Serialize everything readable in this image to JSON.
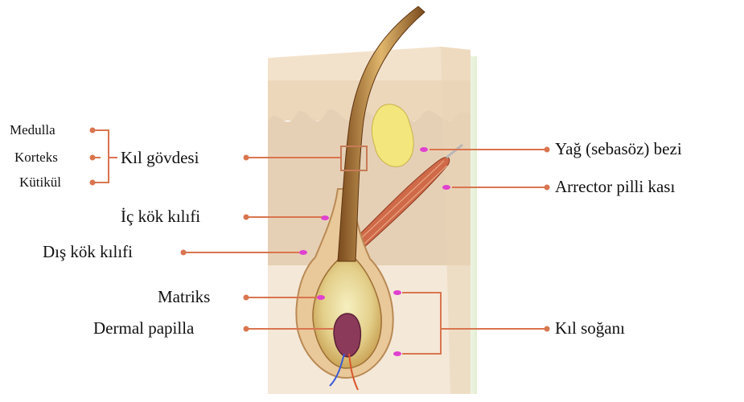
{
  "labels": {
    "medulla": "Medulla",
    "korteks": "Korteks",
    "kutikul": "Kütikül",
    "kil_govdesi": "Kıl gövdesi",
    "ic_kok_kilifi": "İç kök kılıfi",
    "dis_kok_kilifi": "Dış kök kılıfi",
    "matriks": "Matriks",
    "dermal_papilla": "Dermal papilla",
    "yag_bezi": "Yağ (sebasöz) bezi",
    "arrector": "Arrector pilli kası",
    "kil_sogani": "Kıl soğanı"
  },
  "colors": {
    "leader_line": "#d9754f",
    "marker_dot": "#e040d0",
    "skin_surface": "#f1dcc2",
    "dermis": "#e9d6bf",
    "subcutis": "#f2e6d6",
    "hair_shaft": "#b57f3c",
    "gland": "#f1e37a",
    "muscle": "#d06a4a",
    "bracket": "#e06a45"
  }
}
